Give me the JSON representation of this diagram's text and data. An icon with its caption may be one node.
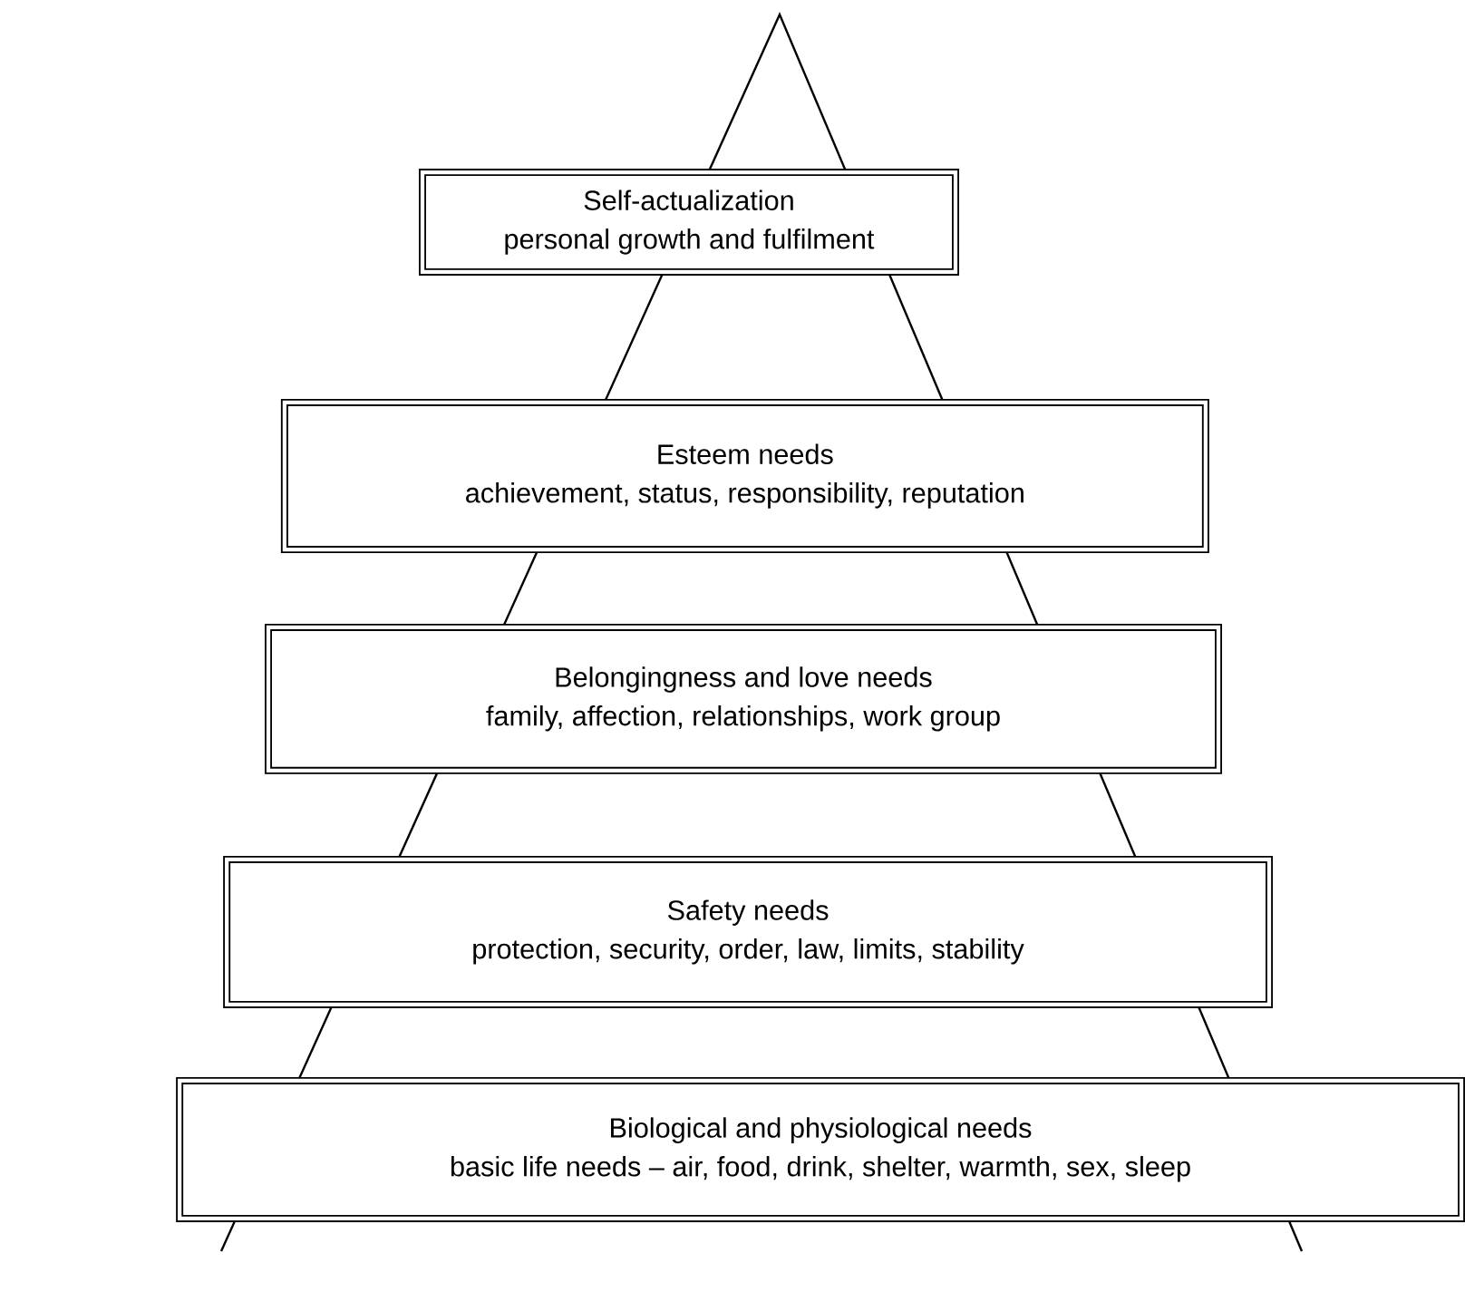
{
  "diagram": {
    "nodes": [
      {
        "text": [
          "Self-actualization",
          "personal growth and fulfilment"
        ]
      },
      {
        "text": [
          "Esteem needs",
          "achievement, status, responsibility, reputation"
        ]
      },
      {
        "text": [
          "Belongingness and love needs",
          "family, affection, relationships, work group"
        ]
      },
      {
        "text": [
          "Safety needs",
          "protection, security, order, law, limits, stability"
        ]
      },
      {
        "text": [
          "Biological and physiological needs",
          "basic life needs – air, food, drink, shelter, warmth, sex, sleep"
        ]
      }
    ]
  }
}
